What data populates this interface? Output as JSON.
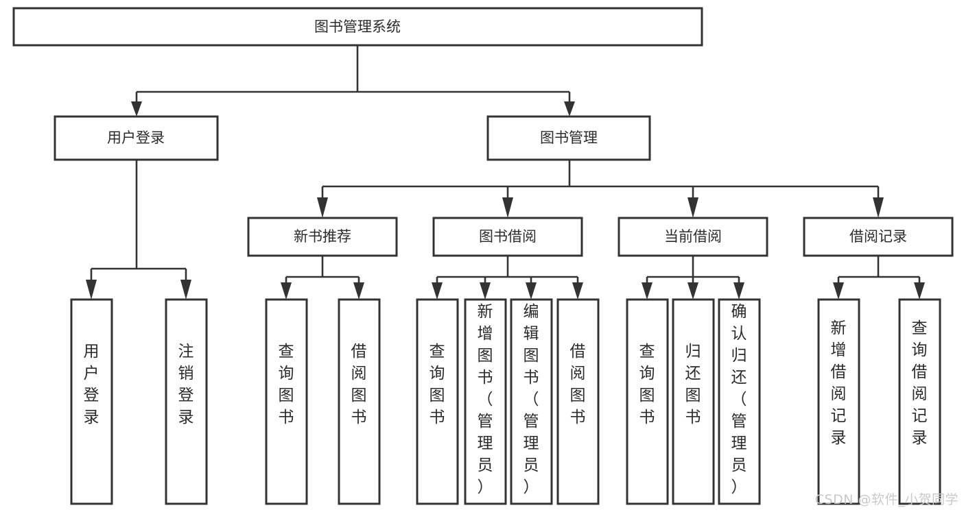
{
  "diagram": {
    "title": "图书管理系统",
    "type": "tree-hierarchy-chart",
    "root": {
      "label": "图书管理系统",
      "id": "root"
    },
    "level2": [
      {
        "id": "user-login",
        "label": "用户登录"
      },
      {
        "id": "book-manage",
        "label": "图书管理"
      }
    ],
    "level3": [
      {
        "id": "new-book-recommend",
        "label": "新书推荐",
        "parent": "book-manage"
      },
      {
        "id": "book-borrow",
        "label": "图书借阅",
        "parent": "book-manage"
      },
      {
        "id": "current-borrow",
        "label": "当前借阅",
        "parent": "book-manage"
      },
      {
        "id": "borrow-record",
        "label": "借阅记录",
        "parent": "book-manage"
      }
    ],
    "leaves": [
      {
        "id": "leaf-user-login",
        "label": "用户登录",
        "parent": "user-login"
      },
      {
        "id": "leaf-logout-login",
        "label": "注销登录",
        "parent": "user-login"
      },
      {
        "id": "leaf-query-book-1",
        "label": "查询图书",
        "parent": "new-book-recommend"
      },
      {
        "id": "leaf-borrow-book-1",
        "label": "借阅图书",
        "parent": "new-book-recommend"
      },
      {
        "id": "leaf-query-book-2",
        "label": "查询图书",
        "parent": "book-borrow"
      },
      {
        "id": "leaf-add-book",
        "label": "新增图书（管理员）",
        "parent": "book-borrow"
      },
      {
        "id": "leaf-edit-book",
        "label": "编辑图书（管理员）",
        "parent": "book-borrow"
      },
      {
        "id": "leaf-borrow-book-2",
        "label": "借阅图书",
        "parent": "book-borrow"
      },
      {
        "id": "leaf-query-book-3",
        "label": "查询图书",
        "parent": "current-borrow"
      },
      {
        "id": "leaf-return-book",
        "label": "归还图书",
        "parent": "current-borrow"
      },
      {
        "id": "leaf-confirm-return",
        "label": "确认归还（管理员）",
        "parent": "current-borrow"
      },
      {
        "id": "leaf-add-record",
        "label": "新增借阅记录",
        "parent": "borrow-record"
      },
      {
        "id": "leaf-query-record",
        "label": "查询借阅记录",
        "parent": "borrow-record"
      }
    ],
    "colors": {
      "box_fill": "#ffffff",
      "box_stroke": "#333333",
      "text": "#2b2b2b",
      "connector": "#333333",
      "watermark": "#c9c9c9",
      "background": "#ffffff"
    }
  },
  "watermark": {
    "text": "CSDN @软件_小贺同学"
  }
}
